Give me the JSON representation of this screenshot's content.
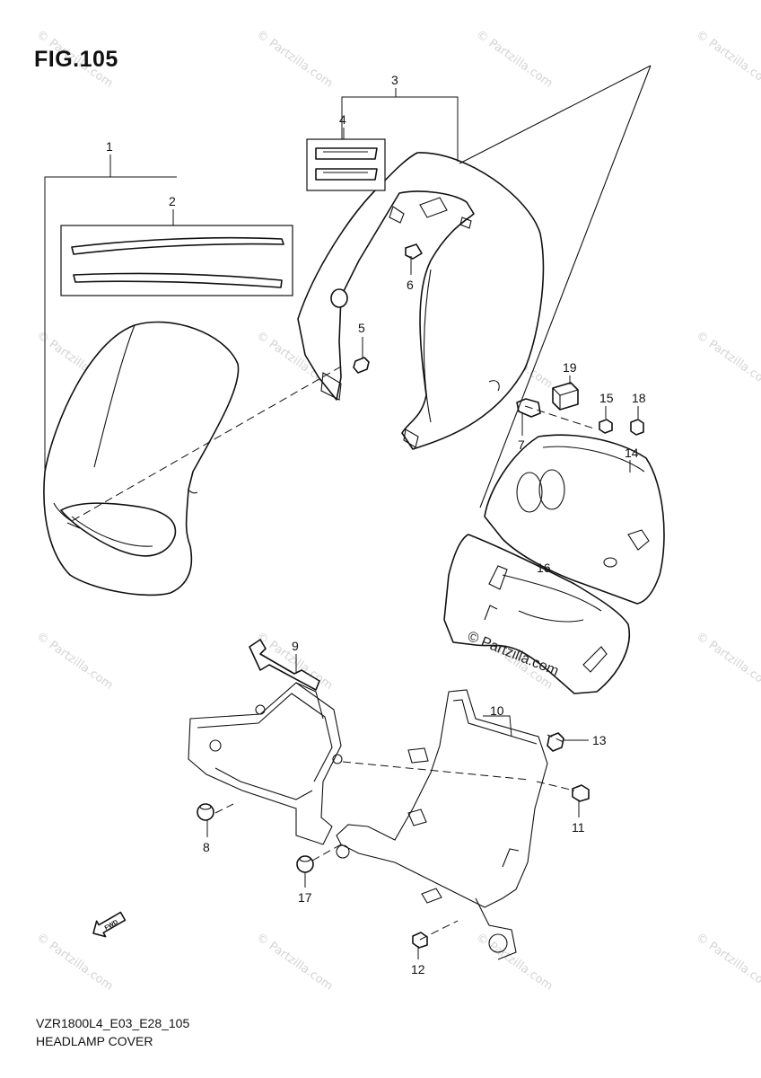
{
  "figure": {
    "title": "FIG.105",
    "code": "VZR1800L4_E03_E28_105",
    "name": "HEADLAMP COVER"
  },
  "watermark": {
    "text": "© Partzilla.com",
    "center_text": "© Partzilla.com",
    "color": "#d4d4d4"
  },
  "fwd_icon": "fwd-arrow-icon",
  "callouts": [
    {
      "id": "1",
      "label": "1"
    },
    {
      "id": "2",
      "label": "2"
    },
    {
      "id": "3",
      "label": "3"
    },
    {
      "id": "4",
      "label": "4"
    },
    {
      "id": "5",
      "label": "5"
    },
    {
      "id": "6",
      "label": "6"
    },
    {
      "id": "7",
      "label": "7"
    },
    {
      "id": "8",
      "label": "8"
    },
    {
      "id": "9",
      "label": "9"
    },
    {
      "id": "10",
      "label": "10"
    },
    {
      "id": "11",
      "label": "11"
    },
    {
      "id": "12",
      "label": "12"
    },
    {
      "id": "13",
      "label": "13"
    },
    {
      "id": "14",
      "label": "14"
    },
    {
      "id": "15",
      "label": "15"
    },
    {
      "id": "16",
      "label": "16"
    },
    {
      "id": "17",
      "label": "17"
    },
    {
      "id": "18",
      "label": "18"
    },
    {
      "id": "19",
      "label": "19"
    }
  ]
}
